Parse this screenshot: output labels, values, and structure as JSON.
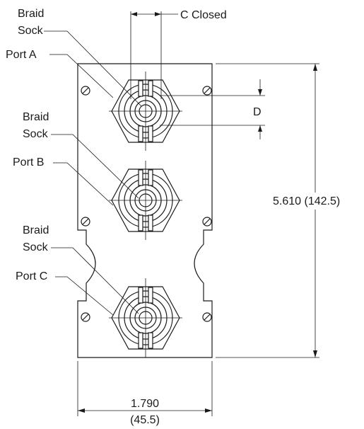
{
  "labels": {
    "braid_sock_line1": "Braid",
    "braid_sock_line2": "Sock",
    "port_a": "Port A",
    "port_b": "Port B",
    "port_c": "Port C",
    "c_closed": "C Closed",
    "d": "D"
  },
  "dimensions": {
    "height": "5.610 (142.5)",
    "width_in": "1.790",
    "width_mm": "(45.5)"
  },
  "colors": {
    "line": "#1a1a1a",
    "background": "#ffffff"
  }
}
